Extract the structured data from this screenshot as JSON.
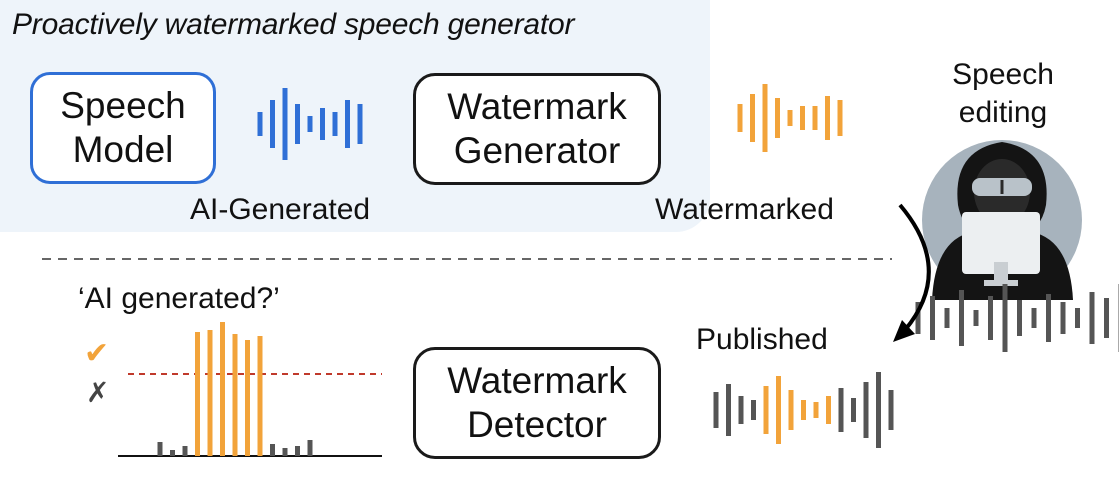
{
  "panel": {
    "title": "Proactively watermarked speech generator"
  },
  "speech_model": {
    "line1": "Speech",
    "line2": "Model"
  },
  "watermark_generator": {
    "line1": "Watermark",
    "line2": "Generator"
  },
  "watermark_detector": {
    "line1": "Watermark",
    "line2": "Detector"
  },
  "labels": {
    "ai_generated": "AI-Generated",
    "watermarked": "Watermarked",
    "published": "Published",
    "speech_editing_line1": "Speech",
    "speech_editing_line2": "editing",
    "question": "‘AI generated?’"
  },
  "decision": {
    "yes_mark": "✔",
    "no_mark": "✗"
  },
  "colors": {
    "ai_wave": "#2f6fd6",
    "watermark": "#f2a33a",
    "edited": "#555555",
    "threshold": "#c0392b"
  },
  "icons": {
    "attacker": "hooded-hacker-icon"
  }
}
